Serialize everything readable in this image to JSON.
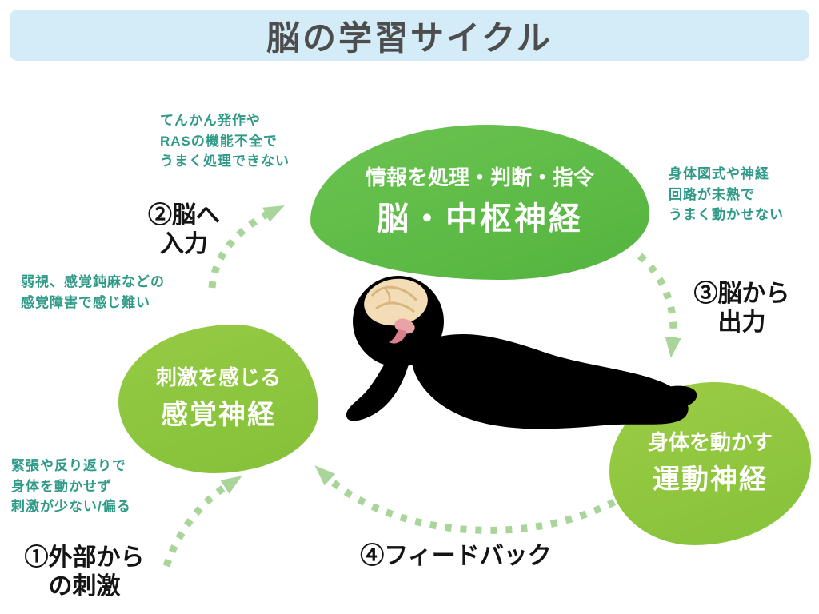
{
  "header": {
    "title": "脳の学習サイクル"
  },
  "nodes": {
    "brain": {
      "subtitle": "情報を処理・判断・指令",
      "title": "脳・中枢神経"
    },
    "sensory": {
      "subtitle": "刺激を感じる",
      "title": "感覚神経"
    },
    "motor": {
      "subtitle": "身体を動かす",
      "title": "運動神経"
    }
  },
  "steps": {
    "to_brain": [
      "②脳へ",
      "入力"
    ],
    "from_brain": [
      "③脳から",
      "出力"
    ],
    "external": [
      "①外部から",
      "の刺激"
    ],
    "feedback": [
      "④フィードバック"
    ]
  },
  "annotations": {
    "processing": [
      "てんかん発作や",
      "RASの機能不全で",
      "うまく処理できない"
    ],
    "movement": [
      "身体図式や神経",
      "回路が未熟で",
      "うまく動かせない"
    ],
    "sensing": [
      "弱視、感覚鈍麻などの",
      "感覚障害で感じ難い"
    ],
    "stimulus": [
      "緊張や反り返りで",
      "身体を動かせず",
      "刺激が少ない/偏る"
    ]
  },
  "colors": {
    "header_bg": "#d3ecf8",
    "title_text": "#4d4d4d",
    "brain_node_green": "#5cb947",
    "lower_node_green": "#8cc63e",
    "arrow_green": "#a9d59a",
    "annotation_teal": "#2f9a88",
    "step_text": "#141414",
    "silhouette": "#000000",
    "brain_illustration": "#f3ddb6"
  }
}
